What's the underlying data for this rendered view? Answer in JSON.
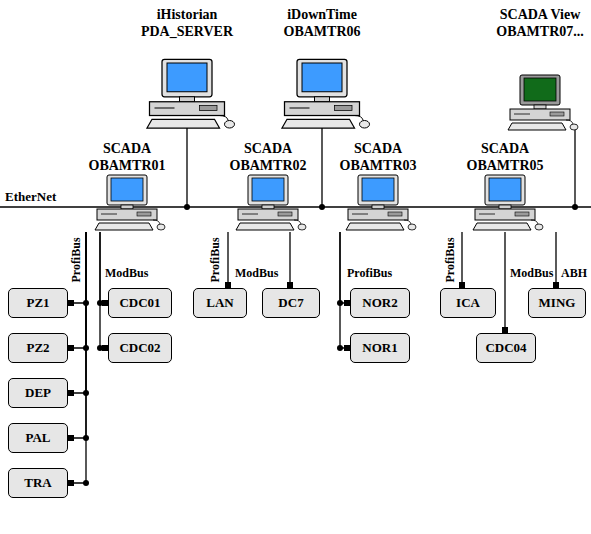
{
  "diagram": {
    "nodes": [
      {
        "text": [
          "iHistorian",
          "PDA_SERVER"
        ]
      },
      {
        "text": [
          "iDownTime",
          "OBAMTR06"
        ]
      },
      {
        "text": [
          "SCADA View",
          "OBAMTR07..."
        ]
      },
      {
        "text": [
          "SCADA",
          "OBAMTR01"
        ]
      },
      {
        "text": [
          "SCADA",
          "OBAMTR02"
        ]
      },
      {
        "text": [
          "SCADA",
          "OBAMTR03"
        ]
      },
      {
        "text": [
          "SCADA",
          "OBAMTR05"
        ]
      },
      {
        "text": [
          "PZ1"
        ]
      },
      {
        "text": [
          "PZ2"
        ]
      },
      {
        "text": [
          "DEP"
        ]
      },
      {
        "text": [
          "PAL"
        ]
      },
      {
        "text": [
          "TRA"
        ]
      },
      {
        "text": [
          "CDC01"
        ]
      },
      {
        "text": [
          "CDC02"
        ]
      },
      {
        "text": [
          "LAN"
        ]
      },
      {
        "text": [
          "DC7"
        ]
      },
      {
        "text": [
          "NOR2"
        ]
      },
      {
        "text": [
          "NOR1"
        ]
      },
      {
        "text": [
          "ICA"
        ]
      },
      {
        "text": [
          "CDC04"
        ]
      },
      {
        "text": [
          "MING"
        ]
      }
    ],
    "edges": [
      {
        "from": 3,
        "to": 7,
        "arrow": "none"
      },
      {
        "from": 3,
        "to": 8,
        "arrow": "none"
      },
      {
        "from": 3,
        "to": 9,
        "arrow": "none"
      },
      {
        "from": 3,
        "to": 10,
        "arrow": "none"
      },
      {
        "from": 3,
        "to": 11,
        "arrow": "none"
      },
      {
        "from": 3,
        "to": 12,
        "arrow": "none"
      },
      {
        "from": 3,
        "to": 13,
        "arrow": "none"
      },
      {
        "from": 4,
        "to": 14,
        "arrow": "none"
      },
      {
        "from": 4,
        "to": 15,
        "arrow": "none"
      },
      {
        "from": 5,
        "to": 16,
        "arrow": "none"
      },
      {
        "from": 5,
        "to": 17,
        "arrow": "none"
      },
      {
        "from": 6,
        "to": 18,
        "arrow": "none"
      },
      {
        "from": 6,
        "to": 19,
        "arrow": "none"
      },
      {
        "from": 6,
        "to": 20,
        "arrow": "none"
      }
    ],
    "labels": [
      "EtherNet",
      "ProfiBus",
      "ModBus",
      "ProfiBus",
      "ModBus",
      "ProfiBus",
      "ProfiBus",
      "ModBus",
      "ABH"
    ]
  }
}
